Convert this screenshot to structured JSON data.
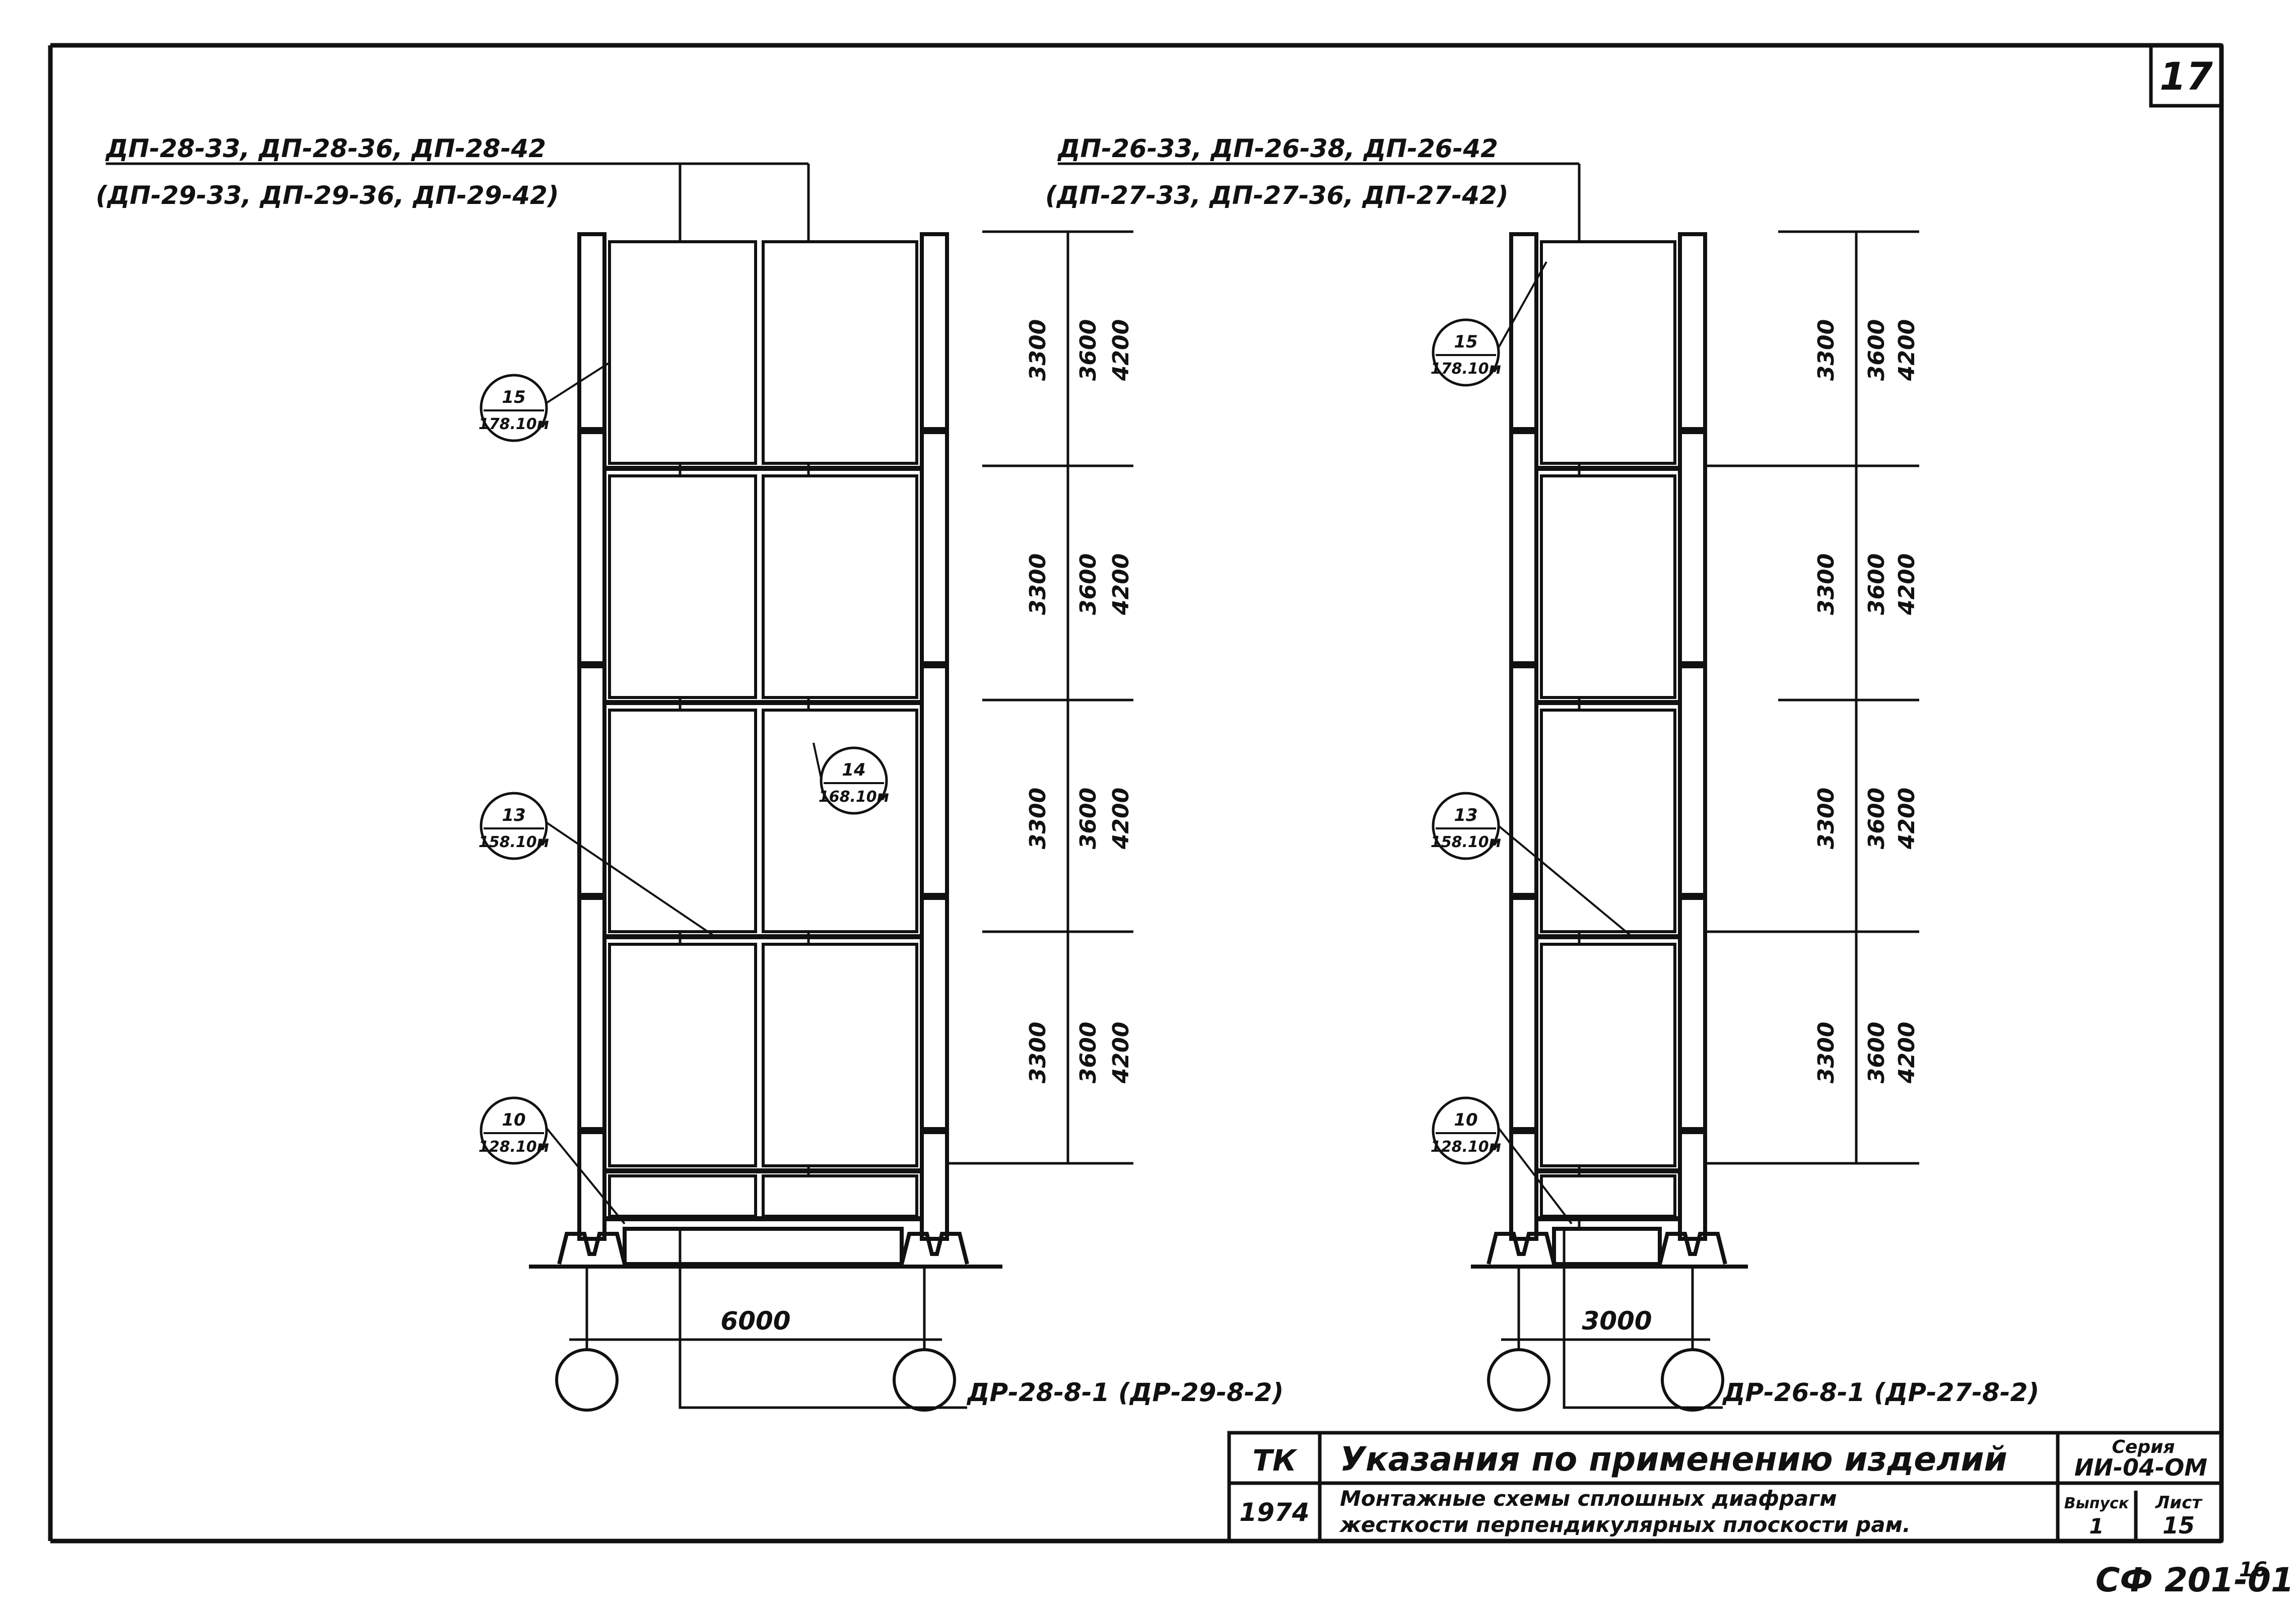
{
  "sheet_number": "17",
  "left_frame": {
    "title_line1": "ДП-28-33, ДП-28-36, ДП-28-42",
    "title_line2": "(ДП-29-33, ДП-29-36, ДП-29-42)",
    "span": "6000",
    "bottom_label": "ДР-28-8-1 (ДР-29-8-2)",
    "floor_dims": [
      {
        "a": "3300",
        "b": "3600",
        "c": "4200"
      },
      {
        "a": "3300",
        "b": "3600",
        "c": "4200"
      },
      {
        "a": "3300",
        "b": "3600",
        "c": "4200"
      },
      {
        "a": "3300",
        "b": "3600",
        "c": "4200"
      }
    ],
    "callouts": [
      {
        "num": "15",
        "sub": "178.10м"
      },
      {
        "num": "14",
        "sub": "168.10м"
      },
      {
        "num": "13",
        "sub": "158.10м"
      },
      {
        "num": "10",
        "sub": "128.10м"
      }
    ]
  },
  "right_frame": {
    "title_line1": "ДП-26-33, ДП-26-38, ДП-26-42",
    "title_line2": "(ДП-27-33, ДП-27-36, ДП-27-42)",
    "span": "3000",
    "bottom_label": "ДР-26-8-1 (ДР-27-8-2)",
    "floor_dims": [
      {
        "a": "3300",
        "b": "3600",
        "c": "4200"
      },
      {
        "a": "3300",
        "b": "3600",
        "c": "4200"
      },
      {
        "a": "3300",
        "b": "3600",
        "c": "4200"
      },
      {
        "a": "3300",
        "b": "3600",
        "c": "4200"
      }
    ],
    "callouts": [
      {
        "num": "15",
        "sub": "178.10м"
      },
      {
        "num": "13",
        "sub": "158.10м"
      },
      {
        "num": "10",
        "sub": "128.10м"
      }
    ]
  },
  "title_block": {
    "org": "ТК",
    "year": "1974",
    "title": "Указания по применению изделий",
    "subtitle_line1": "Монтажные схемы сплошных диафрагм",
    "subtitle_line2": "жесткости перпендикулярных плоскости рам.",
    "series_label": "Серия",
    "series_value": "ИИ-04-ОМ",
    "issue_label": "Выпуск",
    "issue_value": "1",
    "sheet_label": "Лист",
    "sheet_value": "15"
  },
  "doc_code": "СФ 201-01",
  "doc_code_suffix": "16"
}
